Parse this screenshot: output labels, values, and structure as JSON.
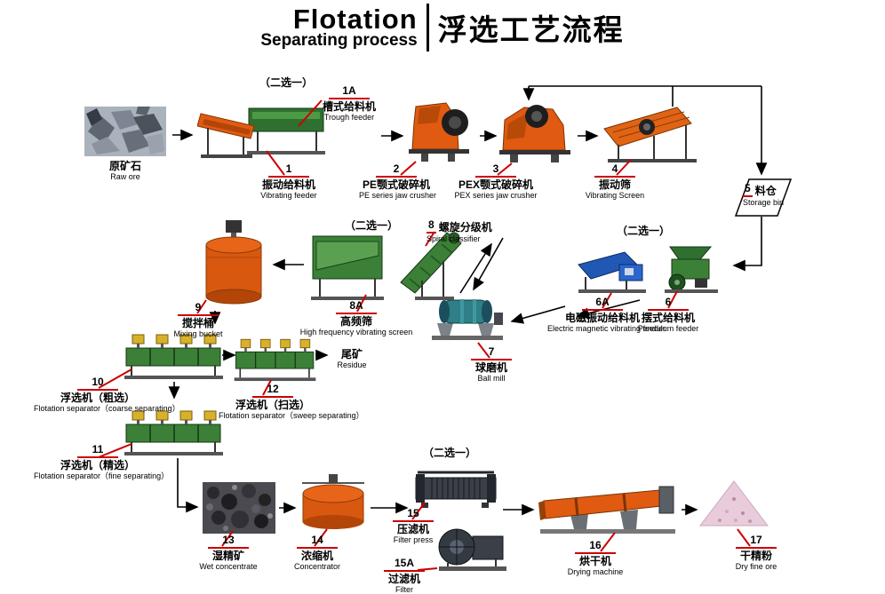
{
  "title": {
    "en_line1": "Flotation",
    "en_line2": "Separating process",
    "zh": "浮选工艺流程"
  },
  "choose_one": "（二选一）",
  "colors": {
    "callout_red": "#cc0000",
    "machine_orange": "#dd5b10",
    "machine_green": "#3c8038",
    "machine_blue": "#2157b5"
  },
  "labels": {
    "raw_ore": {
      "zh": "原矿石",
      "en": "Raw ore"
    },
    "trough_feeder": {
      "num": "1A",
      "zh": "槽式给料机",
      "en": "Trough feeder"
    },
    "vibrating_feeder": {
      "num": "1",
      "zh": "振动给料机",
      "en": "Vibrating feeder"
    },
    "pe_jaw_crusher": {
      "num": "2",
      "zh": "PE颚式破碎机",
      "en": "PE series jaw crusher"
    },
    "pex_jaw_crusher": {
      "num": "3",
      "zh": "PEX颚式破碎机",
      "en": "PEX series jaw crusher"
    },
    "vibrating_screen": {
      "num": "4",
      "zh": "振动筛",
      "en": "Vibrating Screen"
    },
    "storage_bin": {
      "num": "5",
      "zh": "料仓",
      "en": "Storage bin"
    },
    "pendulum_feeder": {
      "num": "6",
      "zh": "摆式给料机",
      "en": "Pendulum feeder"
    },
    "magnetic_feeder": {
      "num": "6A",
      "zh": "电磁振动给料机",
      "en": "Electric magnetic vibrating feeder"
    },
    "ball_mill": {
      "num": "7",
      "zh": "球磨机",
      "en": "Ball mill"
    },
    "spiral_classifier": {
      "num": "8",
      "zh": "螺旋分级机",
      "en": "Spiral classifier"
    },
    "hf_screen": {
      "num": "8A",
      "zh": "高频筛",
      "en": "High frequency vibrating screen"
    },
    "mixing_bucket": {
      "num": "9",
      "zh": "搅拌桶",
      "en": "Mixing bucket"
    },
    "flotation_coarse": {
      "num": "10",
      "zh": "浮选机（粗选）",
      "en": "Flotation separator（coarse separating）"
    },
    "flotation_fine": {
      "num": "11",
      "zh": "浮选机（精选）",
      "en": "Flotation separator（fine separating）"
    },
    "flotation_sweep": {
      "num": "12",
      "zh": "浮选机（扫选）",
      "en": "Flotation separator（sweep separating）"
    },
    "residue": {
      "zh": "尾矿",
      "en": "Residue"
    },
    "wet_concentrate": {
      "num": "13",
      "zh": "湿精矿",
      "en": "Wet concentrate"
    },
    "concentrator": {
      "num": "14",
      "zh": "浓缩机",
      "en": "Concentrator"
    },
    "filter_press": {
      "num": "15",
      "zh": "压滤机",
      "en": "Filter press"
    },
    "filter": {
      "num": "15A",
      "zh": "过滤机",
      "en": "Filter"
    },
    "drying_machine": {
      "num": "16",
      "zh": "烘干机",
      "en": "Drying machine"
    },
    "dry_fine_ore": {
      "num": "17",
      "zh": "干精粉",
      "en": "Dry fine ore"
    }
  }
}
